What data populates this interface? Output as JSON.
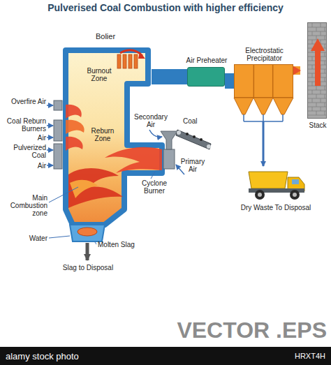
{
  "diagram": {
    "title": "Pulverised Coal Combustion with higher efficiency",
    "nodes": [
      {
        "text": [
          "Bolier"
        ]
      },
      {
        "text": [
          "Air Preheater"
        ]
      },
      {
        "text": [
          "Electrostatic Precipitator"
        ]
      },
      {
        "text": [
          "Stack"
        ]
      }
    ],
    "edges": [
      {
        "from": 0,
        "to": 1,
        "arrow": "none"
      },
      {
        "from": 1,
        "to": 2,
        "arrow": "none"
      },
      {
        "from": 2,
        "to": 3,
        "arrow": "to"
      }
    ],
    "labels": [
      "Burnout Zone",
      "Overfire Air",
      "Coal Reburn Burners",
      "Air",
      "Pulverized Coal",
      "Air",
      "Reburn Zone",
      "Secondary Air",
      "Coal",
      "Primary Air",
      "Cyclone Burner",
      "Main Combustion zone",
      "Water",
      "Molten Slag",
      "Slag to Disposal",
      "Dry Waste To Disposal",
      "VECTOR .EPS",
      "alamy stock photo",
      "HRXT4H"
    ]
  }
}
